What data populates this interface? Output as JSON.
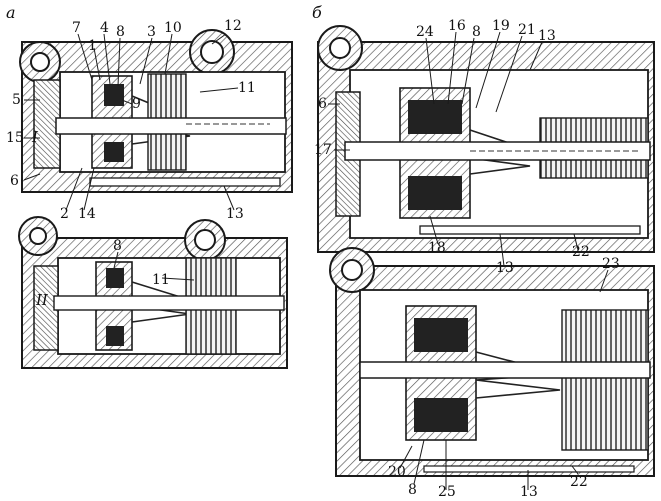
{
  "panels": {
    "a": "а",
    "b": "б"
  },
  "positions": {
    "I": "I",
    "II": "II"
  },
  "callouts": {
    "a_top": [
      "7",
      "1",
      "4",
      "8",
      "3",
      "10",
      "12"
    ],
    "a_side": [
      "5",
      "9",
      "11",
      "15",
      "6",
      "2",
      "14",
      "13"
    ],
    "a2": [
      "8",
      "11"
    ],
    "b_top": [
      "24",
      "16",
      "8",
      "19",
      "21",
      "13"
    ],
    "b_side": [
      "6",
      "17",
      "18",
      "13",
      "22"
    ],
    "b2": [
      "23",
      "20",
      "8",
      "25",
      "13",
      "22"
    ]
  },
  "colors": {
    "ink": "#1a1a1a",
    "hatch": "#6a6a6a",
    "paper": "#ffffff"
  }
}
